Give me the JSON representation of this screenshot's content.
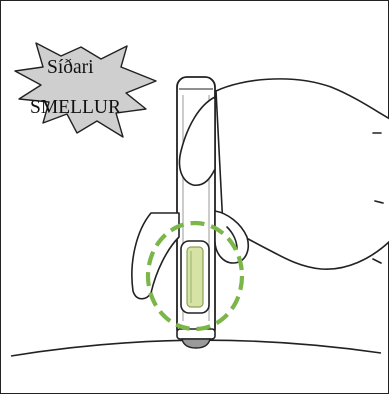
{
  "callout": {
    "line1": "Síðari",
    "line2": "SMELLUR"
  },
  "colors": {
    "outline": "#222222",
    "highlight": "#7ab648",
    "burst_fill": "#cfcfcf",
    "window_fill": "#d6e3a4"
  },
  "icons": {
    "hand": "hand-holding-pen",
    "pen": "injection-pen",
    "burst": "starburst-callout",
    "highlight": "dashed-circle-highlight"
  }
}
